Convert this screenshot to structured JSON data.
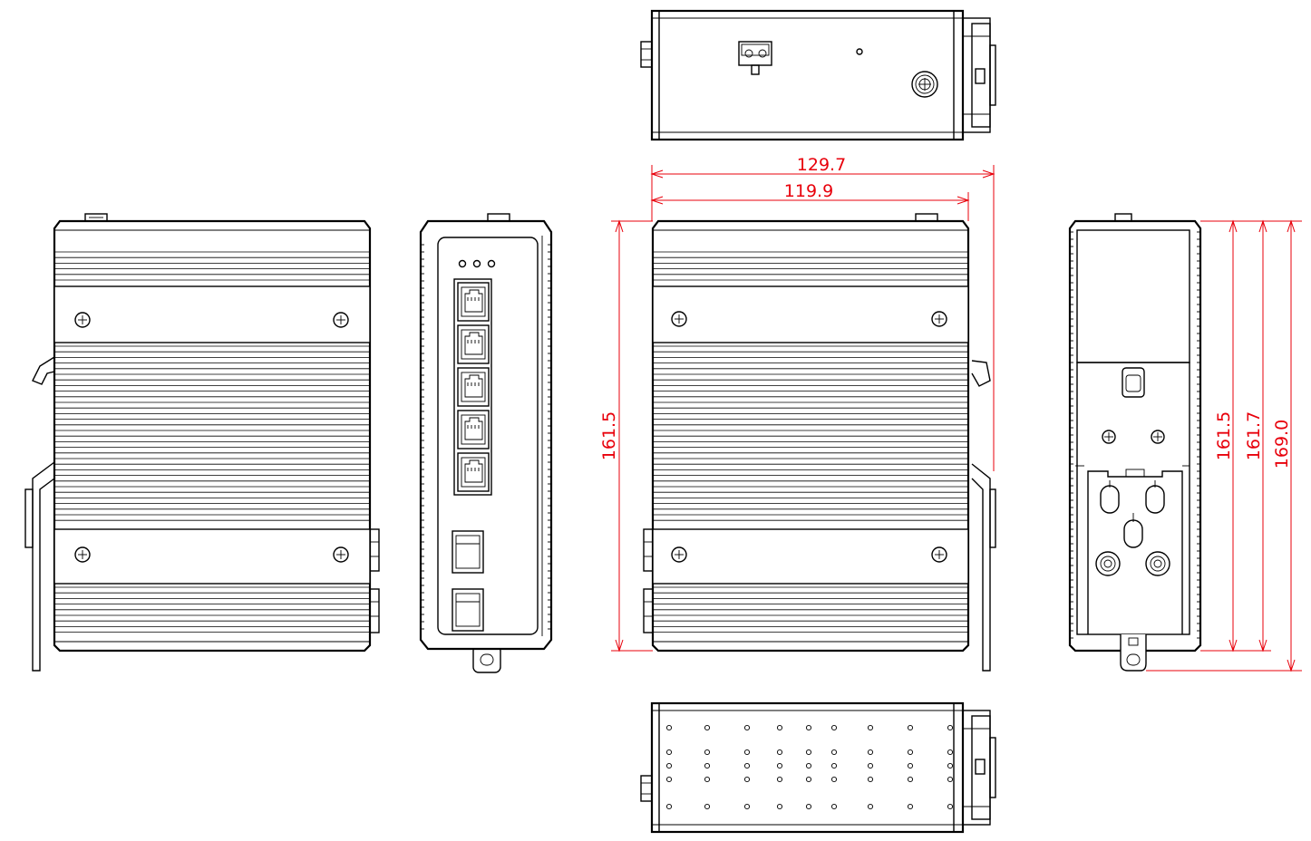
{
  "colors": {
    "line": "#000000",
    "dimension": "#e8000b",
    "background": "#ffffff"
  },
  "dimensions": {
    "overall_width": "129.7",
    "body_width": "119.9",
    "height_front": "161.5",
    "height_side_body": "161.5",
    "height_side_rail": "161.7",
    "height_side_total": "169.0"
  },
  "ports": {
    "led_count": 3,
    "rj45_count": 5,
    "sfp_count": 2
  }
}
